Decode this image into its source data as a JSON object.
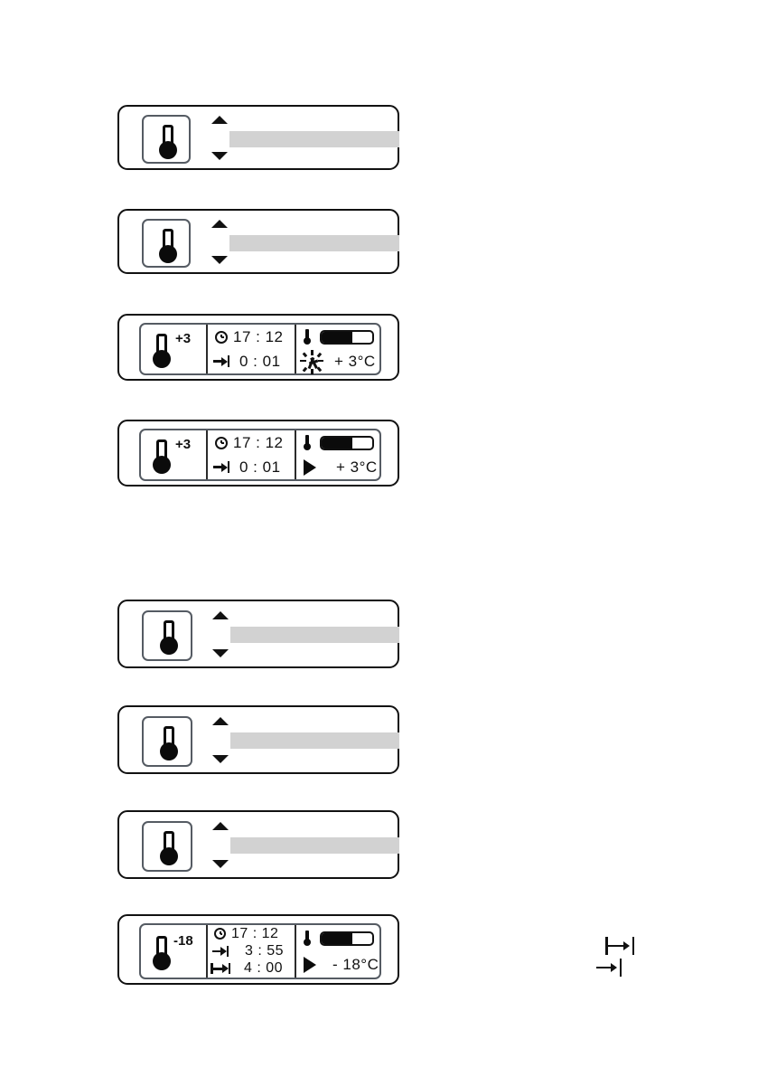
{
  "document": {
    "kind": "appliance-control-panel-illustration",
    "background": "#ffffff",
    "ink": "#111111",
    "grey_bar": "#d2d2d2",
    "panel_border": "#111111",
    "inner_border": "#555b63"
  },
  "groups": [
    {
      "name": "fridge-sequence",
      "panels": [
        "selector-1",
        "selector-2",
        "display-1",
        "display-2"
      ]
    },
    {
      "name": "freezer-sequence",
      "panels": [
        "selector-3",
        "selector-4",
        "selector-5",
        "display-3"
      ]
    }
  ],
  "panels": {
    "selector_1": {
      "type": "selector",
      "thermo_icon": "thermometer-icon",
      "up_icon": "arrow-up-icon",
      "down_icon": "arrow-down-icon",
      "bar_label": "",
      "bar_position": "middle"
    },
    "selector_2": {
      "type": "selector",
      "thermo_icon": "thermometer-icon",
      "up_icon": "arrow-up-icon",
      "down_icon": "arrow-down-icon",
      "bar_label": "",
      "bar_position": "middle"
    },
    "selector_3": {
      "type": "selector",
      "thermo_icon": "thermometer-icon",
      "up_icon": "arrow-up-icon",
      "down_icon": "arrow-down-icon",
      "bar_label": "",
      "bar_position": "middle"
    },
    "selector_4": {
      "type": "selector",
      "thermo_icon": "thermometer-icon",
      "up_icon": "arrow-up-icon",
      "down_icon": "arrow-down-icon",
      "bar_label": "",
      "bar_position": "middle"
    },
    "selector_5": {
      "type": "selector",
      "thermo_icon": "thermometer-icon",
      "up_icon": "arrow-up-icon",
      "down_icon": "arrow-down-icon",
      "bar_label": "",
      "bar_position": "middle"
    },
    "display_1": {
      "type": "display",
      "temp_badge": "+3",
      "clock_label": "17 : 12",
      "timer_label": "0 : 01",
      "mode_icon": "defrost-icon",
      "setpoint": "+ 3°C",
      "gauge_percent": 60,
      "thermo_icon": "thermometer-small-icon",
      "clock_icon": "clock-icon",
      "timer_icon": "arrow-to-bar-icon"
    },
    "display_2": {
      "type": "display",
      "temp_badge": "+3",
      "clock_label": "17 : 12",
      "timer_label": "0 : 01",
      "mode_icon": "play-icon",
      "setpoint": "+ 3°C",
      "gauge_percent": 60,
      "thermo_icon": "thermometer-small-icon",
      "clock_icon": "clock-icon",
      "timer_icon": "arrow-to-bar-icon"
    },
    "display_3": {
      "type": "display-3row",
      "temp_badge": "-18",
      "clock_label": "17 : 12",
      "elapsed_label": "3 : 55",
      "total_label": "4 : 00",
      "mode_icon": "play-icon",
      "setpoint": "- 18°C",
      "gauge_percent": 60,
      "thermo_icon": "thermometer-small-icon",
      "clock_icon": "clock-icon",
      "elapsed_icon": "arrow-to-bar-icon",
      "total_icon": "bar-arrow-to-bar-icon"
    }
  },
  "legend": {
    "items": [
      {
        "icon": "bar-arrow-to-bar-icon",
        "label": ""
      },
      {
        "icon": "arrow-to-bar-icon",
        "label": ""
      }
    ]
  }
}
